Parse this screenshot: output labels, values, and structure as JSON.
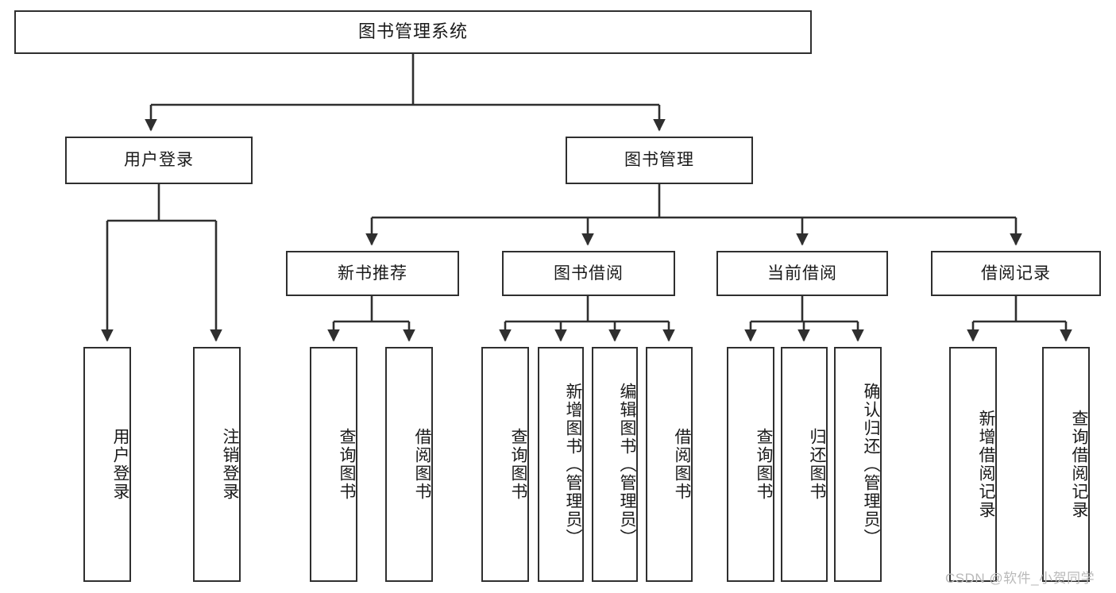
{
  "diagram": {
    "title": "图书管理系统",
    "type": "hierarchy-tree",
    "watermark": "CSDN @软件_小贺同学",
    "colors": {
      "stroke": "#2f2f2f",
      "fill": "#ffffff",
      "text": "#1a1a1a",
      "watermark": "#b9b9b9"
    },
    "levels": {
      "root": {
        "label": "图书管理系统"
      },
      "level2": [
        {
          "label": "用户登录"
        },
        {
          "label": "图书管理"
        }
      ],
      "level3": [
        {
          "label": "新书推荐"
        },
        {
          "label": "图书借阅"
        },
        {
          "label": "当前借阅"
        },
        {
          "label": "借阅记录"
        }
      ],
      "leaves": {
        "user_login": [
          {
            "label": "用户登录"
          },
          {
            "label": "注销登录"
          }
        ],
        "new_book": [
          {
            "label": "查询图书"
          },
          {
            "label": "借阅图书"
          }
        ],
        "book_borrow": [
          {
            "label": "查询图书"
          },
          {
            "label": "新增图书（管理员）"
          },
          {
            "label": "编辑图书（管理员）"
          },
          {
            "label": "借阅图书"
          }
        ],
        "current_borrow": [
          {
            "label": "查询图书"
          },
          {
            "label": "归还图书"
          },
          {
            "label": "确认归还（管理员）"
          }
        ],
        "borrow_record": [
          {
            "label": "新增借阅记录"
          },
          {
            "label": "查询借阅记录"
          }
        ]
      }
    }
  }
}
